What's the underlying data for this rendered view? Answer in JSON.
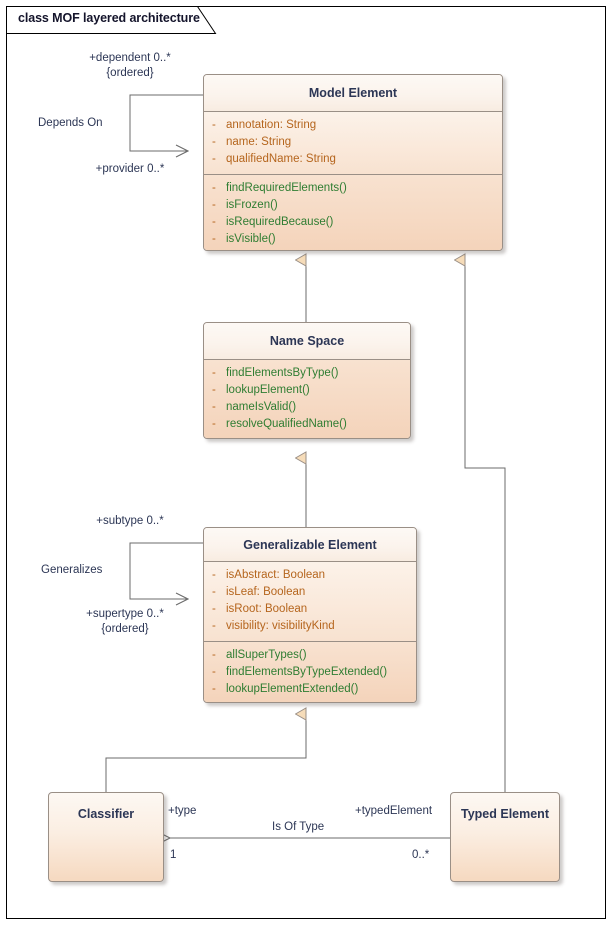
{
  "diagram": {
    "title": "class MOF layered architecture",
    "type": "uml-class-diagram",
    "colors": {
      "class_border": "#9a8f86",
      "class_fill_top": "#fdf9f5",
      "class_fill_bottom": "#f4d3ba",
      "class_name_text": "#2c3655",
      "attribute_text": "#b5651d",
      "operation_text": "#2f7d32",
      "connector": "#4a4a4a",
      "frame_border": "#000000"
    }
  },
  "classes": {
    "model_element": {
      "name": "Model Element",
      "attributes": [
        {
          "visibility": "-",
          "text": "annotation: String"
        },
        {
          "visibility": "-",
          "text": "name: String"
        },
        {
          "visibility": "-",
          "text": "qualifiedName: String"
        }
      ],
      "operations": [
        {
          "visibility": "-",
          "text": "findRequiredElements()"
        },
        {
          "visibility": "-",
          "text": "isFrozen()"
        },
        {
          "visibility": "-",
          "text": "isRequiredBecause()"
        },
        {
          "visibility": "-",
          "text": "isVisible()"
        }
      ]
    },
    "name_space": {
      "name": "Name Space",
      "attributes": [],
      "operations": [
        {
          "visibility": "-",
          "text": "findElementsByType()"
        },
        {
          "visibility": "-",
          "text": "lookupElement()"
        },
        {
          "visibility": "-",
          "text": "nameIsValid()"
        },
        {
          "visibility": "-",
          "text": "resolveQualifiedName()"
        }
      ]
    },
    "generalizable_element": {
      "name": "Generalizable Element",
      "attributes": [
        {
          "visibility": "-",
          "text": "isAbstract: Boolean"
        },
        {
          "visibility": "-",
          "text": "isLeaf: Boolean"
        },
        {
          "visibility": "-",
          "text": "isRoot: Boolean"
        },
        {
          "visibility": "-",
          "text": "visibility: visibilityKind"
        }
      ],
      "operations": [
        {
          "visibility": "-",
          "text": "allSuperTypes()"
        },
        {
          "visibility": "-",
          "text": "findElementsByTypeExtended()"
        },
        {
          "visibility": "-",
          "text": "lookupElementExtended()"
        }
      ]
    },
    "classifier": {
      "name": "Classifier",
      "attributes": [],
      "operations": []
    },
    "typed_element": {
      "name": "Typed Element",
      "attributes": [],
      "operations": []
    }
  },
  "associations": {
    "depends_on": {
      "name": "Depends On",
      "source_role": "+dependent 0..*",
      "source_constraint": "{ordered}",
      "target_role": "+provider 0..*"
    },
    "generalizes": {
      "name": "Generalizes",
      "source_role": "+subtype 0..*",
      "target_role": "+supertype 0..*",
      "target_constraint": "{ordered}"
    },
    "is_of_type": {
      "name": "Is Of Type",
      "source_role": "+type",
      "source_multiplicity": "1",
      "target_role": "+typedElement",
      "target_multiplicity": "0..*"
    }
  },
  "generalizations": [
    {
      "from": "Name Space",
      "to": "Model Element"
    },
    {
      "from": "Typed Element",
      "to": "Model Element"
    },
    {
      "from": "Generalizable Element",
      "to": "Name Space"
    },
    {
      "from": "Classifier",
      "to": "Generalizable Element"
    }
  ]
}
